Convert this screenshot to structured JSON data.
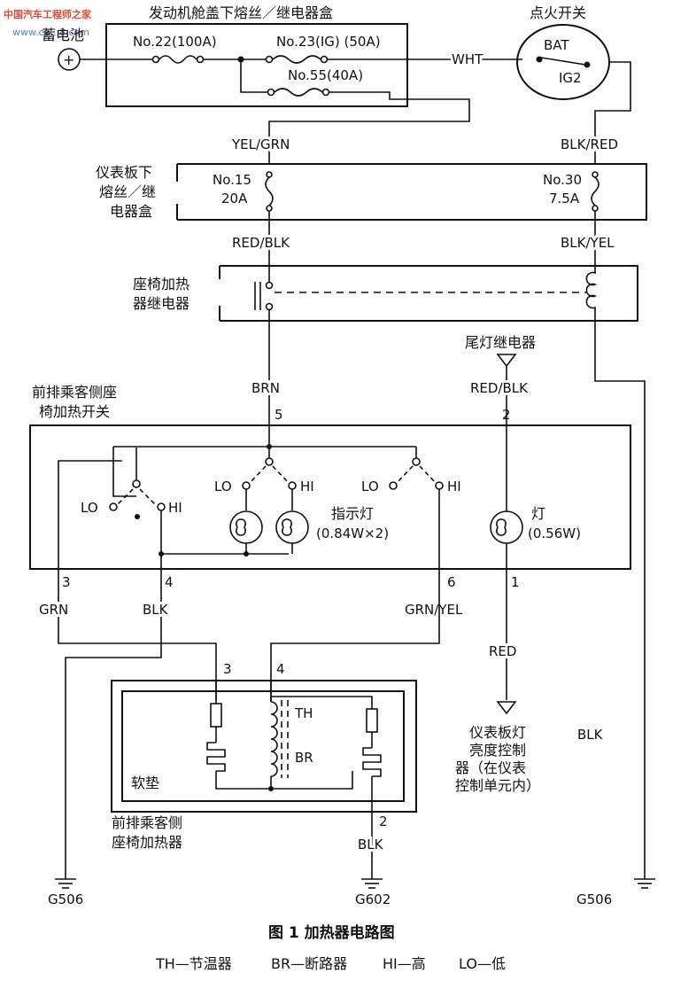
{
  "watermark": {
    "line1": "中国汽车工程师之家",
    "line2": "www.cn...8.com"
  },
  "battery": {
    "label": "蓄电池",
    "symbol": "+"
  },
  "underhood_box": {
    "title": "发动机舱盖下熔丝／继电器盒",
    "fuses": [
      "No.22(100A)",
      "No.23(IG) (50A)",
      "No.55(40A)"
    ]
  },
  "ignition": {
    "title": "点火开关",
    "bat": "BAT",
    "ig2": "IG2"
  },
  "wires": {
    "wht": "WHT",
    "yel_grn": "YEL/GRN",
    "blk_red": "BLK/RED",
    "red_blk": "RED/BLK",
    "blk_yel": "BLK/YEL",
    "brn": "BRN",
    "red_blk2": "RED/BLK",
    "grn": "GRN",
    "blk": "BLK",
    "grn_yel": "GRN/YEL",
    "red": "RED",
    "blk_right": "BLK",
    "blk_heater": "BLK"
  },
  "dash_box": {
    "title_lines": [
      "仪表板下",
      "熔丝／继",
      "电器盒"
    ],
    "fuse_left": [
      "No.15",
      "20A"
    ],
    "fuse_right": [
      "No.30",
      "7.5A"
    ]
  },
  "relay": {
    "title_lines": [
      "座椅加热",
      "器继电器"
    ]
  },
  "tail_relay": {
    "label": "尾灯继电器"
  },
  "switch": {
    "title_lines": [
      "前排乘客侧座",
      "椅加热开关"
    ],
    "pins": [
      "5",
      "2",
      "3",
      "4",
      "6",
      "1"
    ],
    "lo": "LO",
    "hi": "HI",
    "indicator": {
      "label": "指示灯",
      "rating": "(0.84W×2)"
    },
    "lamp": {
      "label": "灯",
      "rating": "(0.56W)"
    }
  },
  "heater": {
    "pins": [
      "3",
      "4",
      "2"
    ],
    "th": "TH",
    "br": "BR",
    "pad": "软垫",
    "title_lines": [
      "前排乘客侧",
      "座椅加热器"
    ]
  },
  "dimmer": {
    "lines": [
      "仪表板灯",
      "亮度控制",
      "器（在仪表",
      "控制单元内）"
    ]
  },
  "grounds": [
    "G506",
    "G602",
    "G506"
  ],
  "caption": {
    "title": "图 1 加热器电路图",
    "legend": [
      "TH—节温器",
      "BR—断路器",
      "HI—高",
      "LO—低"
    ]
  }
}
